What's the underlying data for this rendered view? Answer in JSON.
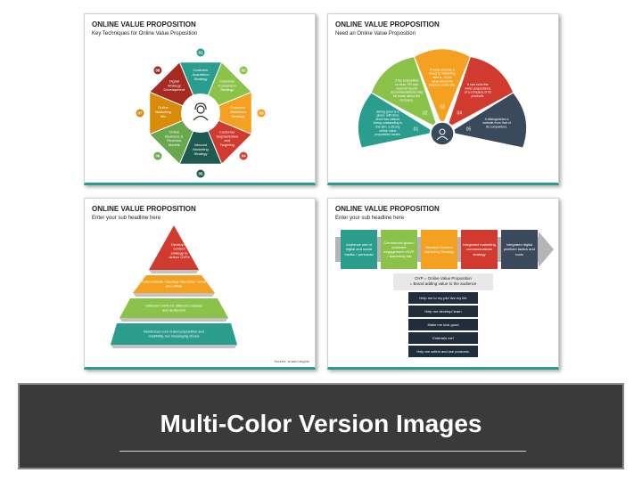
{
  "slides": [
    {
      "title": "ONLINE VALUE PROPOSITION",
      "subtitle": "Key Techniques for Online Value Proposition",
      "segments": [
        {
          "num": "01",
          "label": "Customer Acquisition Strategy",
          "color": "#2a9d8f"
        },
        {
          "num": "02",
          "label": "Customer Conversion Strategy",
          "color": "#8bc34a"
        },
        {
          "num": "03",
          "label": "Customer Retention Strategy",
          "color": "#f4a020"
        },
        {
          "num": "04",
          "label": "Customer Segmentation and Targeting",
          "color": "#d13b2f"
        },
        {
          "num": "05",
          "label": "Inbound Marketing Strategy",
          "color": "#1e5a4f"
        },
        {
          "num": "06",
          "label": "Online Business & Revenue Models",
          "color": "#6aa84f"
        },
        {
          "num": "07",
          "label": "Online Marketing Mix",
          "color": "#d98c0a"
        },
        {
          "num": "08",
          "label": "Digital Strategy Development",
          "color": "#a52a22"
        }
      ]
    },
    {
      "title": "ONLINE VALUE PROPOSITION",
      "subtitle": "Need an Online Value Proposition",
      "petals": [
        {
          "num": "01",
          "text": "Being good is a given; with time short two visitors being outstanding is the aim, a strong online value proposition hooks.",
          "color": "#2a9d8f"
        },
        {
          "num": "02",
          "text": "If the proposition is clear, PR and word-of-mouth recommendations may be made about the company.",
          "color": "#8bc34a"
        },
        {
          "num": "03",
          "text": "It helps provide a focus to marketing efforts - to be clear about the purpose of the site.",
          "color": "#f4a020"
        },
        {
          "num": "04",
          "text": "It can echo the wider propositions of a company or its products.",
          "color": "#d13b2f"
        },
        {
          "num": "05",
          "text": "It distinguishes a website from that of its competitors.",
          "color": "#3a4a5c"
        }
      ]
    },
    {
      "title": "ONLINE VALUE PROPOSITION",
      "subtitle": "Enter your sub headline here",
      "levels": [
        {
          "text": "Develop a content strategy to deliver OVPs",
          "color": "#d13b2f"
        },
        {
          "text": "Communicate message hierarchy: online and offline",
          "color": "#f4a020"
        },
        {
          "text": "Different OVPs for different markets and audiences",
          "color": "#8bc34a"
        },
        {
          "text": "Reinforces core brand proposition and credibility, but messaging shows",
          "color": "#2a9d8f"
        }
      ],
      "source": "Source: smart insights"
    },
    {
      "title": "ONLINE VALUE PROPOSITION",
      "subtitle": "Enter your sub headline here",
      "steps": [
        {
          "text": "Audience use of digital and social media > personas",
          "color": "#2a9d8f"
        },
        {
          "text": "Commercial goals> customer engagement >OVP > Marketing Mix",
          "color": "#8bc34a"
        },
        {
          "text": "Branded Content Marketing Strategy",
          "color": "#f4a020"
        },
        {
          "text": "Integrated marketing communications strategy",
          "color": "#d13b2f"
        },
        {
          "text": "Integrated digital platform tactics and tools",
          "color": "#3a4a5c"
        }
      ],
      "ovp_line1": "OVP = Online Value Proposition",
      "ovp_line2": "= Brand adding value to the audience",
      "items": [
        "Help me to my job/ live my life",
        "Help me develop/ learn",
        "Make me look good",
        "Entertain me!",
        "Help me select and use products."
      ]
    }
  ],
  "banner": {
    "title": "Multi-Color Version Images"
  },
  "colors": {
    "teal": "#2a9d8f",
    "green": "#8bc34a",
    "orange": "#f4a020",
    "red": "#d13b2f",
    "navy": "#3a4a5c",
    "banner": "#3a3a3a"
  }
}
